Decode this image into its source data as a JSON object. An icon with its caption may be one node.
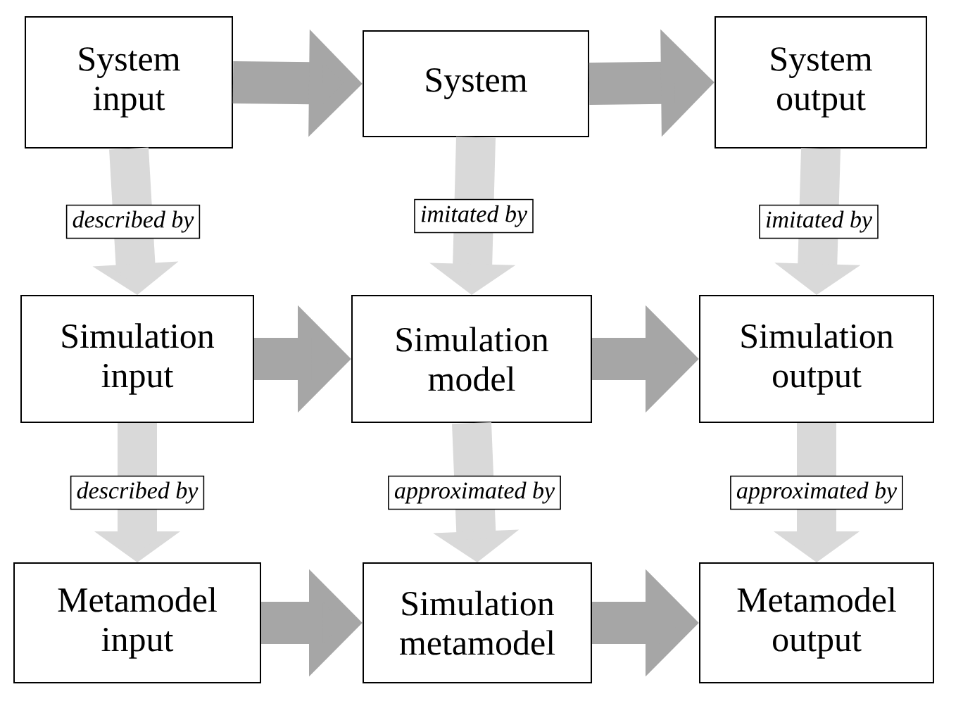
{
  "diagram": {
    "nodes": [
      {
        "text": [
          "System input"
        ]
      },
      {
        "text": [
          "System"
        ]
      },
      {
        "text": [
          "System output"
        ]
      },
      {
        "text": [
          "Simulation input"
        ]
      },
      {
        "text": [
          "Simulation model"
        ]
      },
      {
        "text": [
          "Simulation output"
        ]
      },
      {
        "text": [
          "Metamodel input"
        ]
      },
      {
        "text": [
          "Simulation metamodel"
        ]
      },
      {
        "text": [
          "Metamodel output"
        ]
      }
    ],
    "edges": [
      {
        "from": 0,
        "to": 1,
        "arrow": "to"
      },
      {
        "from": 1,
        "to": 2,
        "arrow": "to"
      },
      {
        "from": 0,
        "to": 3,
        "arrow": "to",
        "color": "#d9d9d9",
        "label": "described by"
      },
      {
        "from": 1,
        "to": 4,
        "arrow": "to",
        "color": "#d9d9d9",
        "label": "imitated by"
      },
      {
        "from": 2,
        "to": 5,
        "arrow": "to",
        "color": "#d9d9d9",
        "label": "imitated by"
      },
      {
        "from": 3,
        "to": 4,
        "arrow": "to"
      },
      {
        "from": 4,
        "to": 5,
        "arrow": "to"
      },
      {
        "from": 3,
        "to": 6,
        "arrow": "to",
        "color": "#d9d9d9",
        "label": "described by"
      },
      {
        "from": 4,
        "to": 7,
        "arrow": "to",
        "color": "#d9d9d9",
        "label": "approximated by"
      },
      {
        "from": 5,
        "to": 8,
        "arrow": "to",
        "color": "#d9d9d9",
        "label": "approximated by"
      },
      {
        "from": 6,
        "to": 7,
        "arrow": "to"
      },
      {
        "from": 7,
        "to": 8,
        "arrow": "to"
      }
    ]
  }
}
